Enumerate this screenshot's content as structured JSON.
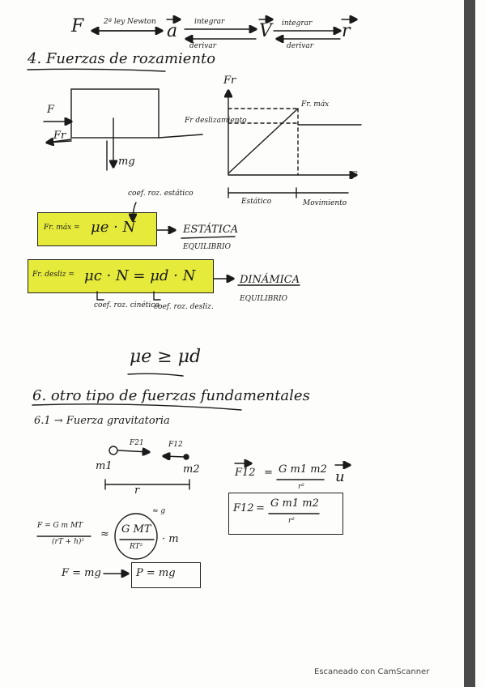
{
  "kinematics": {
    "force": "F",
    "newton_law": "2ª ley Newton",
    "accel": "a",
    "integrate_1": "integrar",
    "derive_1": "derivar",
    "velocity": "V",
    "integrate_2": "integrar",
    "derive_2": "derivar",
    "position": "r"
  },
  "section4": {
    "title": "4. Fuerzas de rozamiento",
    "block_diagram": {
      "force": "F",
      "friction": "Fr",
      "weight": "mg"
    },
    "graph": {
      "y_label": "Fr",
      "x_label": "F",
      "fr_max": "Fr. máx",
      "fr_slide": "Fr deslizamiento",
      "static_label": "Estático",
      "moving_label": "Movimiento"
    },
    "static_eq": {
      "note": "coef. roz. estático",
      "lhs": "Fr. máx =",
      "rhs": "μe · N",
      "result": "ESTÁTICA",
      "state": "EQUILIBRIO"
    },
    "dynamic_eq": {
      "lhs": "Fr. desliz =",
      "rhs": "μc · N = μd · N",
      "result": "DINÁMICA",
      "state": "EQUILIBRIO",
      "note_c": "coef. roz. cinético",
      "note_d": "coef. roz. desliz."
    },
    "inequality": "μe ≥ μd"
  },
  "section6": {
    "title": "6. otro tipo de fuerzas fundamentales",
    "subtitle": "6.1 → Fuerza gravitatoria",
    "f21": "F21",
    "f12": "F12",
    "m1": "m1",
    "m2": "m2",
    "dist": "r",
    "eq_vector_lhs": "F12",
    "eq_vector_num": "G m1 m2",
    "eq_vector_den": "r²",
    "eq_vector_unit": "u",
    "box_lhs": "F12",
    "box_num": "G m1 m2",
    "box_den": "r²",
    "earth_lhs": "F = G m MT",
    "earth_den": "(rT + h)²",
    "approx": "≈",
    "circ_num": "G MT",
    "circ_den": "RT²",
    "g_label": "≈ g",
    "times_m": "· m",
    "simple": "F = mg",
    "simple_box": "P = mg"
  },
  "footer": "Escaneado con CamScanner",
  "colors": {
    "highlight": "#e6ea3a",
    "ink": "#1b1b1b"
  }
}
